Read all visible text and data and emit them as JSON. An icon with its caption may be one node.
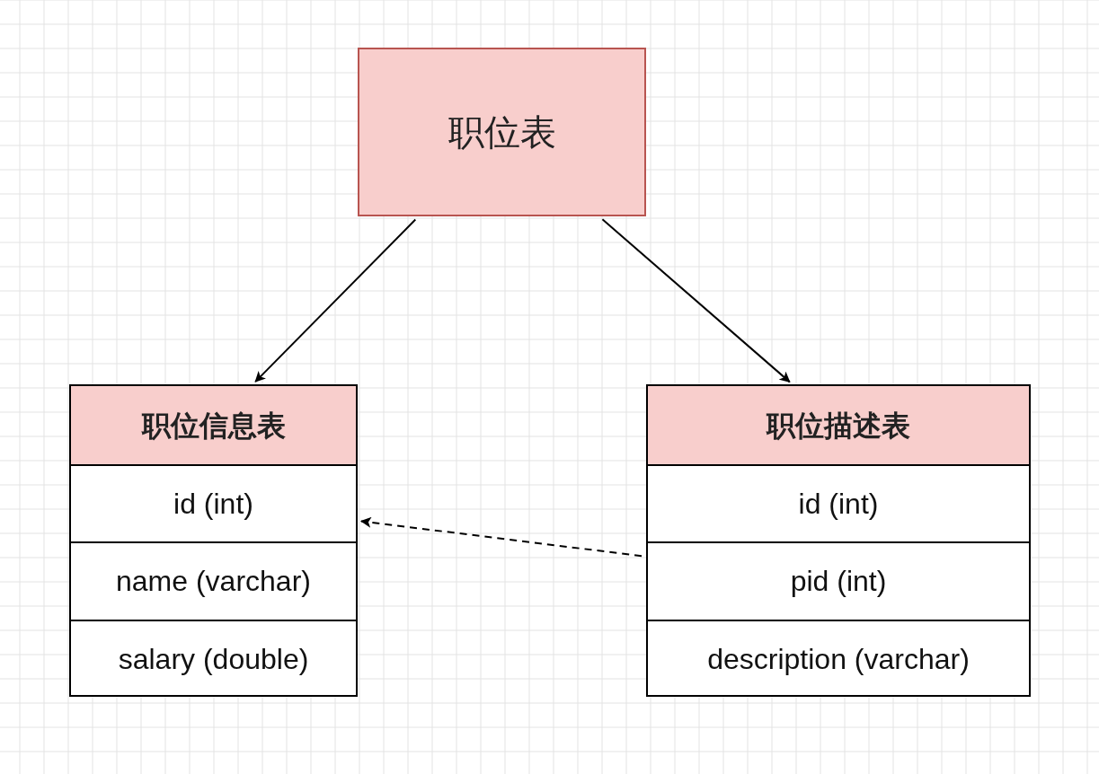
{
  "diagram": {
    "nodes": [
      {
        "text": [
          "职位表"
        ]
      },
      {
        "text": [
          "职位信息表"
        ]
      },
      {
        "text": [
          "id (int)"
        ],
        "in": 1
      },
      {
        "text": [
          "name (varchar)"
        ],
        "in": 1
      },
      {
        "text": [
          "salary (double)"
        ],
        "in": 1
      },
      {
        "text": [
          "职位描述表"
        ]
      },
      {
        "text": [
          "id (int)"
        ],
        "in": 5
      },
      {
        "text": [
          "pid (int)"
        ],
        "in": 5
      },
      {
        "text": [
          "description (varchar)"
        ],
        "in": 5
      }
    ],
    "edges": [
      {
        "from": 0,
        "to": 1,
        "arrow": "to"
      },
      {
        "from": 0,
        "to": 5,
        "arrow": "to"
      },
      {
        "from": 7,
        "to": 2,
        "arrow": "to",
        "style": "dashed"
      }
    ]
  }
}
